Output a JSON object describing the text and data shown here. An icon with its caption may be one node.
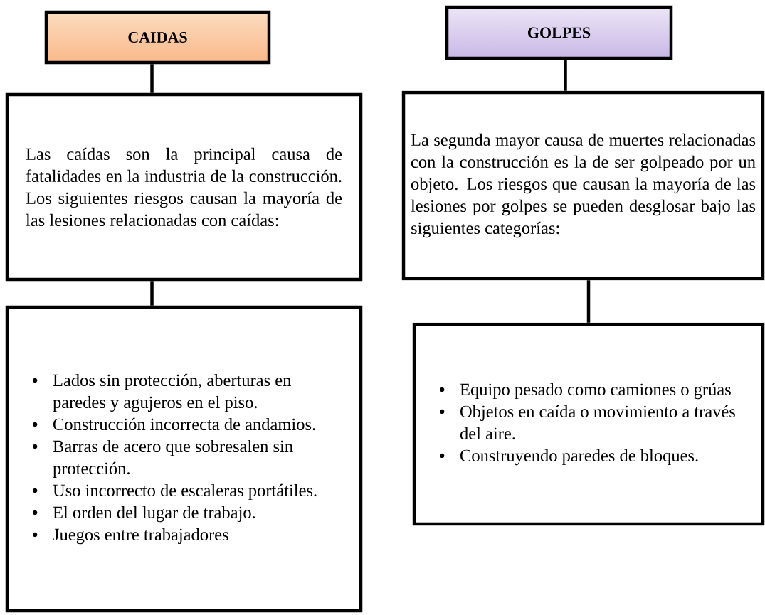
{
  "diagram": {
    "nodes": [
      {
        "text": [
          "CAIDAS"
        ]
      },
      {
        "text": [
          "Las caídas son la principal causa de fatalidades en la industria de la construcción. Los siguientes riesgos causan la mayoría de las lesiones relacionadas con caídas:"
        ]
      },
      {
        "text": [
          "Lados sin protección, aberturas en paredes y agujeros en el piso.",
          "Construcción incorrecta de andamios.",
          "Barras de acero que sobresalen sin protección.",
          "Uso incorrecto de escaleras portátiles.",
          "El orden del lugar de trabajo.",
          "Juegos entre trabajadores"
        ]
      },
      {
        "text": [
          "GOLPES"
        ]
      },
      {
        "text": [
          "La segunda mayor causa de muertes relacionadas con la construcción es la de ser golpeado por un objeto. Los riesgos que causan la mayoría de las lesiones por golpes se pueden desglosar bajo las siguientes categorías:"
        ]
      },
      {
        "text": [
          "Equipo pesado como camiones o grúas",
          "Objetos en caída o movimiento a través del aire.",
          "Construyendo paredes de bloques."
        ]
      }
    ],
    "edges": [
      {
        "from": 0,
        "to": 1,
        "arrow": "none"
      },
      {
        "from": 1,
        "to": 2,
        "arrow": "none"
      },
      {
        "from": 3,
        "to": 4,
        "arrow": "none"
      },
      {
        "from": 4,
        "to": 5,
        "arrow": "none"
      }
    ]
  }
}
